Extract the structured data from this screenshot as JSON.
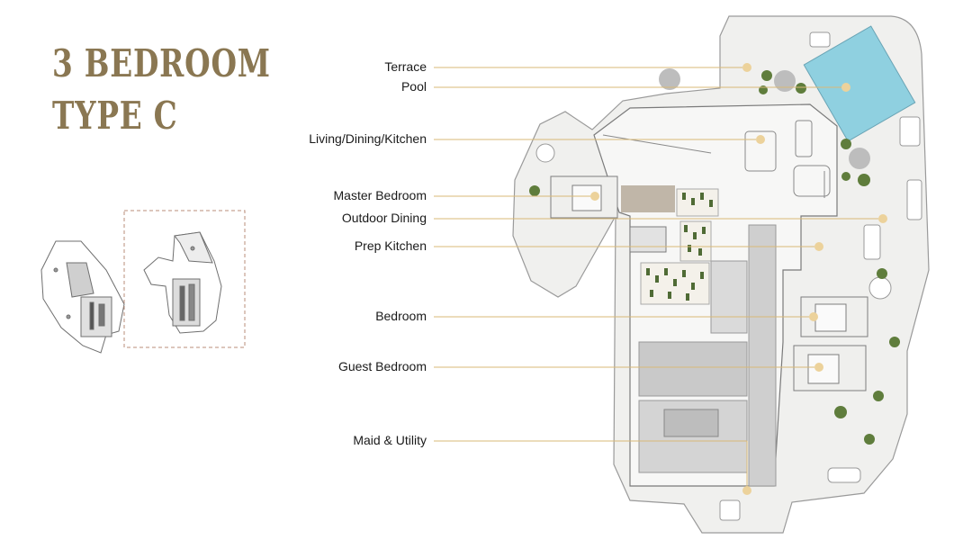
{
  "title": {
    "line1": "3 BEDROOM",
    "line2": "TYPE C"
  },
  "callouts": [
    {
      "label": "Terrace"
    },
    {
      "label": "Pool"
    },
    {
      "label": "Living/Dining/Kitchen"
    },
    {
      "label": "Master Bedroom"
    },
    {
      "label": "Outdoor Dining"
    },
    {
      "label": "Prep Kitchen"
    },
    {
      "label": "Bedroom"
    },
    {
      "label": "Guest Bedroom"
    },
    {
      "label": "Maid & Utility"
    }
  ],
  "colors": {
    "title": "#8a7752",
    "leader_line": "#d9b977",
    "marker": "#ecd29b",
    "pool": "#8fd0e0",
    "core": "#c9c9c9",
    "plant": "#5f7d3c"
  }
}
